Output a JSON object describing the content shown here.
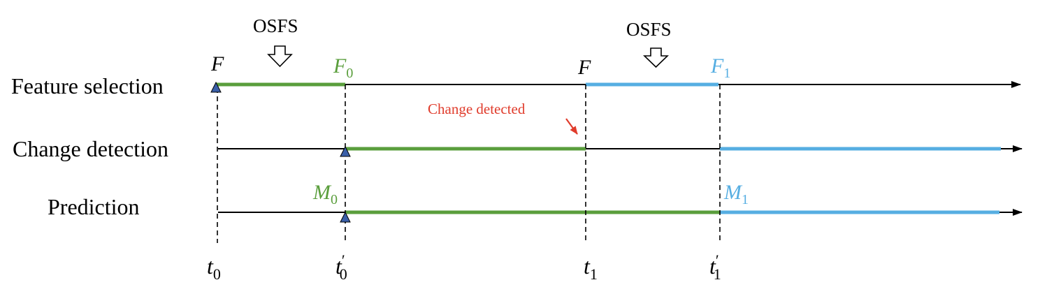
{
  "rows": {
    "feature_selection": "Feature selection",
    "change_detection": "Change detection",
    "prediction": "Prediction"
  },
  "osfs": [
    "OSFS",
    "OSFS"
  ],
  "symbols": {
    "F_start_1": "F",
    "F0": {
      "base": "F",
      "sub": "0"
    },
    "F_start_2": "F",
    "F1": {
      "base": "F",
      "sub": "1"
    },
    "M0": {
      "base": "M",
      "sub": "0"
    },
    "M1": {
      "base": "M",
      "sub": "1"
    }
  },
  "change_annotation": "Change detected",
  "time_ticks": [
    {
      "base": "t",
      "sub": "0",
      "prime": ""
    },
    {
      "base": "t",
      "sub": "0",
      "prime": "′"
    },
    {
      "base": "t",
      "sub": "1",
      "prime": ""
    },
    {
      "base": "t",
      "sub": "1",
      "prime": "′"
    }
  ],
  "colors": {
    "green": "#5a9e3c",
    "blue": "#56aee2",
    "red": "#e03c2c",
    "marker": "#3a5fa8",
    "axis": "#000000"
  }
}
